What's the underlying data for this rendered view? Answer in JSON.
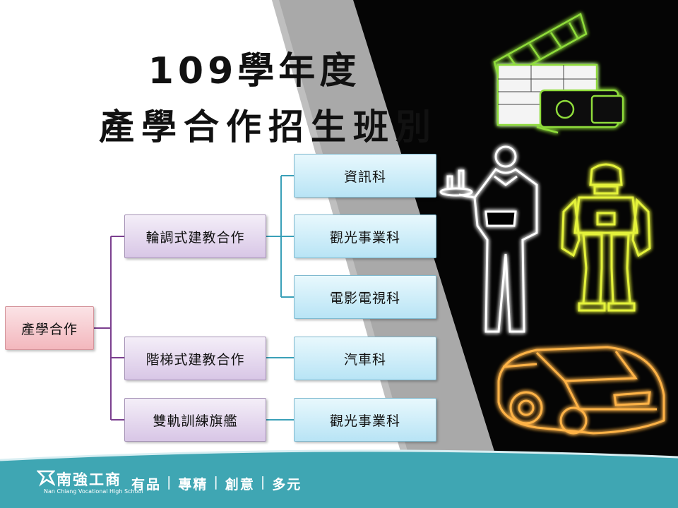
{
  "title": {
    "line1": "109學年度",
    "line2": "產學合作招生班別"
  },
  "tree": {
    "root": "產學合作",
    "branches": [
      {
        "label": "輪調式建教合作",
        "children": [
          "資訊科",
          "觀光事業科",
          "電影電視科"
        ]
      },
      {
        "label": "階梯式建教合作",
        "children": [
          "汽車科"
        ]
      },
      {
        "label": "雙軌訓練旗艦",
        "children": [
          "觀光事業科"
        ]
      }
    ]
  },
  "footer": {
    "school_name": "南強工商",
    "school_name_en": "Nan Chiang Vocational High School",
    "slogan": [
      "有品",
      "專精",
      "創意",
      "多元"
    ]
  },
  "colors": {
    "connector_purple": "#7b3f8f",
    "connector_teal": "#3aa0b8",
    "footer_teal": "#3fa6b3",
    "neon_green": "#8fdc3a",
    "neon_white": "#ffffff",
    "neon_yellow": "#e4f23a",
    "neon_orange": "#ffb347"
  }
}
